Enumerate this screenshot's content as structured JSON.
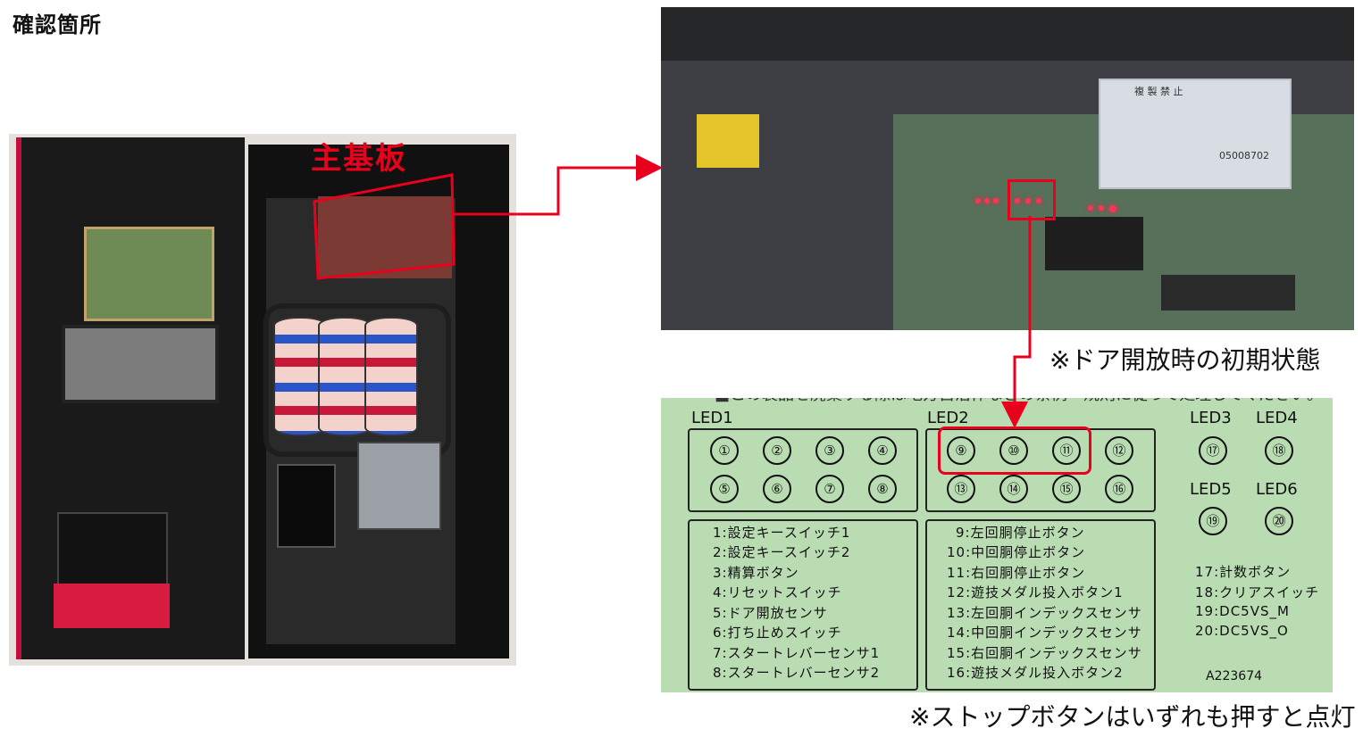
{
  "page": {
    "title": "確認箇所",
    "main_board_label": "主基板",
    "door_open_note": "※ドア開放時の初期状態",
    "stop_note": "※ストップボタンはいずれも押すと点灯"
  },
  "board_photo": {
    "seal_text": "複 製 禁 止",
    "seal_number": "05008702"
  },
  "label_panel": {
    "top_text": "■この製品を廃棄する際は地方自治体などの条例・規則に従って処理してください。",
    "groups": {
      "led1": "LED1",
      "led2": "LED2",
      "led3": "LED3",
      "led4": "LED4",
      "led5": "LED5",
      "led6": "LED6"
    },
    "circles": [
      "①",
      "②",
      "③",
      "④",
      "⑤",
      "⑥",
      "⑦",
      "⑧",
      "⑨",
      "⑩",
      "⑪",
      "⑫",
      "⑬",
      "⑭",
      "⑮",
      "⑯",
      "⑰",
      "⑱",
      "⑲",
      "⑳"
    ],
    "list_left": [
      "1:設定キースイッチ1",
      "2:設定キースイッチ2",
      "3:精算ボタン",
      "4:リセットスイッチ",
      "5:ドア開放センサ",
      "6:打ち止めスイッチ",
      "7:スタートレバーセンサ1",
      "8:スタートレバーセンサ2"
    ],
    "list_mid": [
      "9:左回胴停止ボタン",
      "10:中回胴停止ボタン",
      "11:右回胴停止ボタン",
      "12:遊技メダル投入ボタン1",
      "13:左回胴インデックスセンサ",
      "14:中回胴インデックスセンサ",
      "15:右回胴インデックスセンサ",
      "16:遊技メダル投入ボタン2"
    ],
    "list_right": [
      "17:計数ボタン",
      "18:クリアスイッチ",
      "19:DC5VS_M",
      "20:DC5VS_O"
    ],
    "code": "A223674"
  },
  "colors": {
    "highlight": "#e8001c",
    "label_green": "#b9dcb2"
  }
}
